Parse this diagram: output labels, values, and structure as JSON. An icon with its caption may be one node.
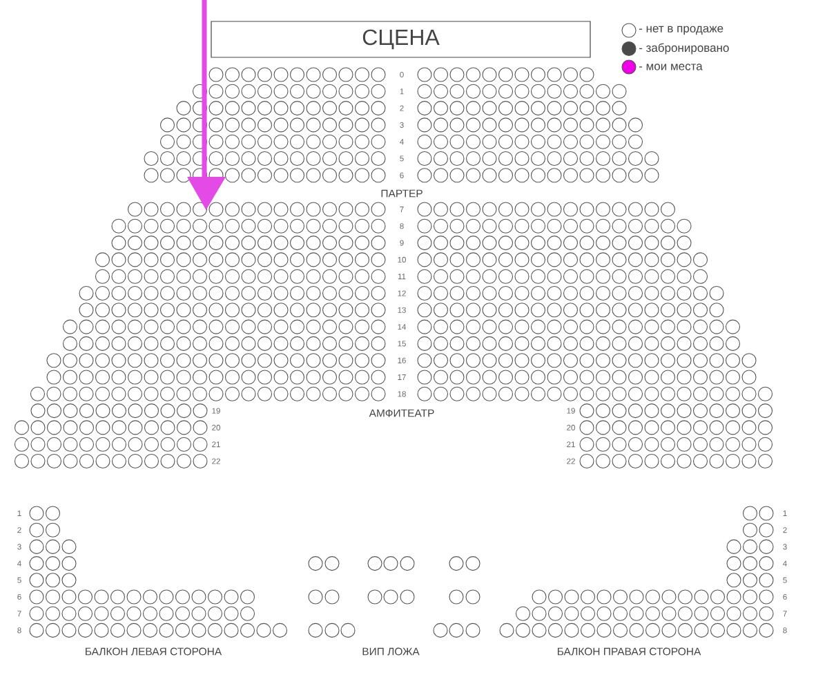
{
  "diagram": {
    "nodes": [
      {
        "text": [
          "СЦЕНА"
        ]
      }
    ],
    "labels": [
      "0",
      "1",
      "2",
      "3",
      "4",
      "5",
      "6",
      "ПАРТЕР",
      "7",
      "8",
      "9",
      "10",
      "11",
      "12",
      "13",
      "14",
      "15",
      "16",
      "17",
      "18",
      "19",
      "АМФИТЕАТР",
      "19",
      "20",
      "20",
      "21",
      "21",
      "22",
      "22",
      "1",
      "1",
      "2",
      "2",
      "3",
      "3",
      "4",
      "4",
      "5",
      "5",
      "6",
      "6",
      "7",
      "7",
      "8",
      "8",
      "БАЛКОН ЛЕВАЯ СТОРОНА",
      "ВИП ЛОЖА",
      "БАЛКОН ПРАВАЯ СТОРОНА"
    ],
    "legend": [
      {
        "text": "- нет в продаже"
      },
      {
        "text": "- забронировано",
        "color": "#4a4a4a"
      },
      {
        "text": "- мои места",
        "color": "#f000e8"
      }
    ]
  }
}
